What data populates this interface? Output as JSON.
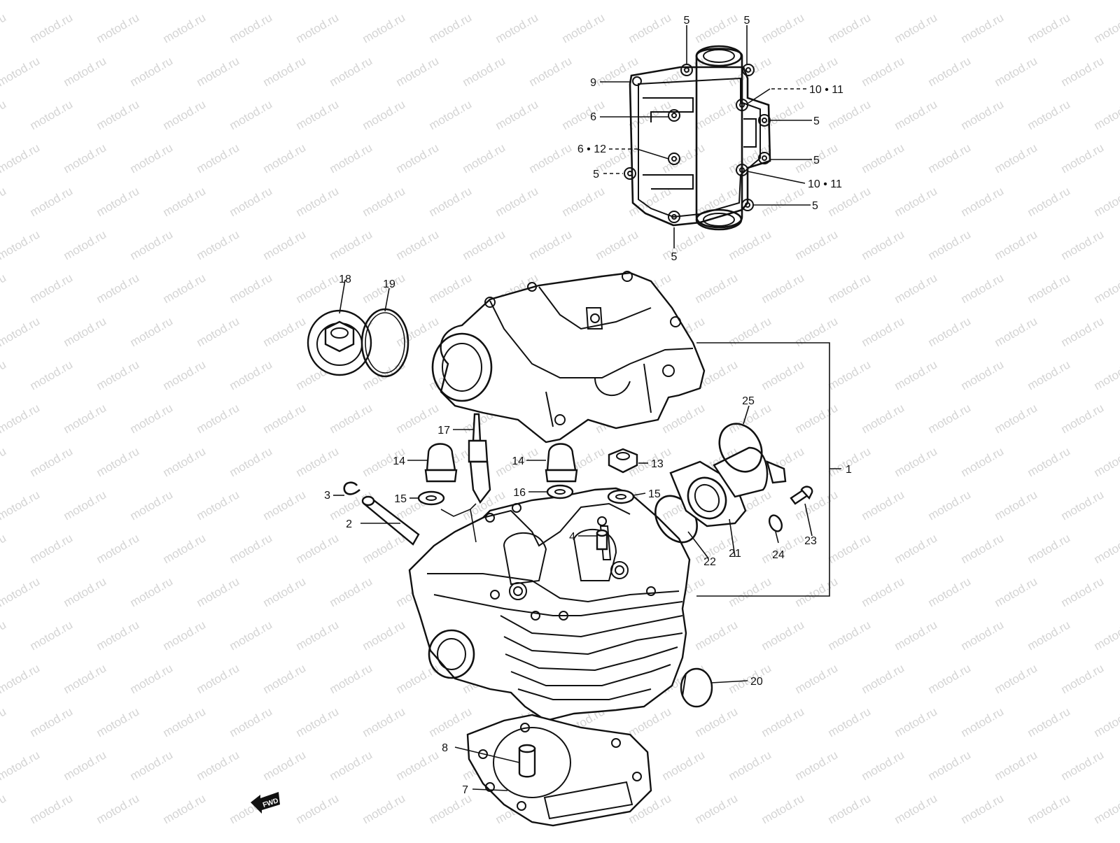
{
  "watermark": "motod.ru",
  "fwd_badge": "FWD",
  "labels": {
    "p1": "1",
    "p2": "2",
    "p3": "3",
    "p4": "4",
    "p5a": "5",
    "p5b": "5",
    "p5c": "5",
    "p5d": "5",
    "p5e": "5",
    "p5f": "5",
    "p5g": "5",
    "p6": "6",
    "p6_12": "6 • 12",
    "p7": "7",
    "p8": "8",
    "p9": "9",
    "p10_11a": "10 • 11",
    "p10_11b": "10 • 11",
    "p13": "13",
    "p14a": "14",
    "p14b": "14",
    "p15a": "15",
    "p15b": "15",
    "p16": "16",
    "p17": "17",
    "p18": "18",
    "p19": "19",
    "p20": "20",
    "p21": "21",
    "p22": "22",
    "p23": "23",
    "p24": "24",
    "p25": "25"
  }
}
